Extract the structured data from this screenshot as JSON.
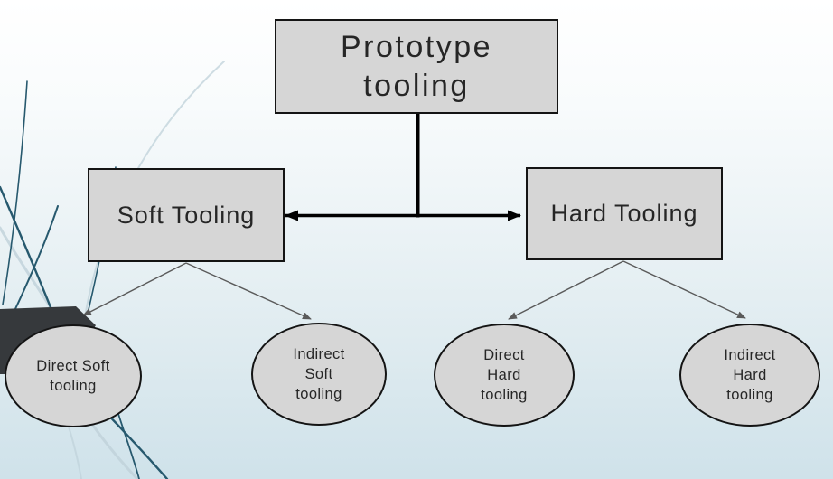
{
  "diagram": {
    "root": {
      "label": "Prototype\ntooling"
    },
    "branches": [
      {
        "label": "Soft Tooling"
      },
      {
        "label": "Hard Tooling"
      }
    ],
    "leaves": [
      {
        "label": "Direct Soft\ntooling"
      },
      {
        "label": "Indirect\nSoft\ntooling"
      },
      {
        "label": "Direct\nHard\ntooling"
      },
      {
        "label": "Indirect\nHard\ntooling"
      }
    ]
  },
  "theme": {
    "node_fill": "#d6d6d6",
    "node_border": "#141414",
    "connector_thick": "#000000",
    "connector_thin": "#5a5a5a",
    "background_top": "#ffffff",
    "background_bottom": "#cfe2ea",
    "wisp_dark": "#27596e",
    "wisp_light": "#bfd1da",
    "band": "#36393c"
  }
}
